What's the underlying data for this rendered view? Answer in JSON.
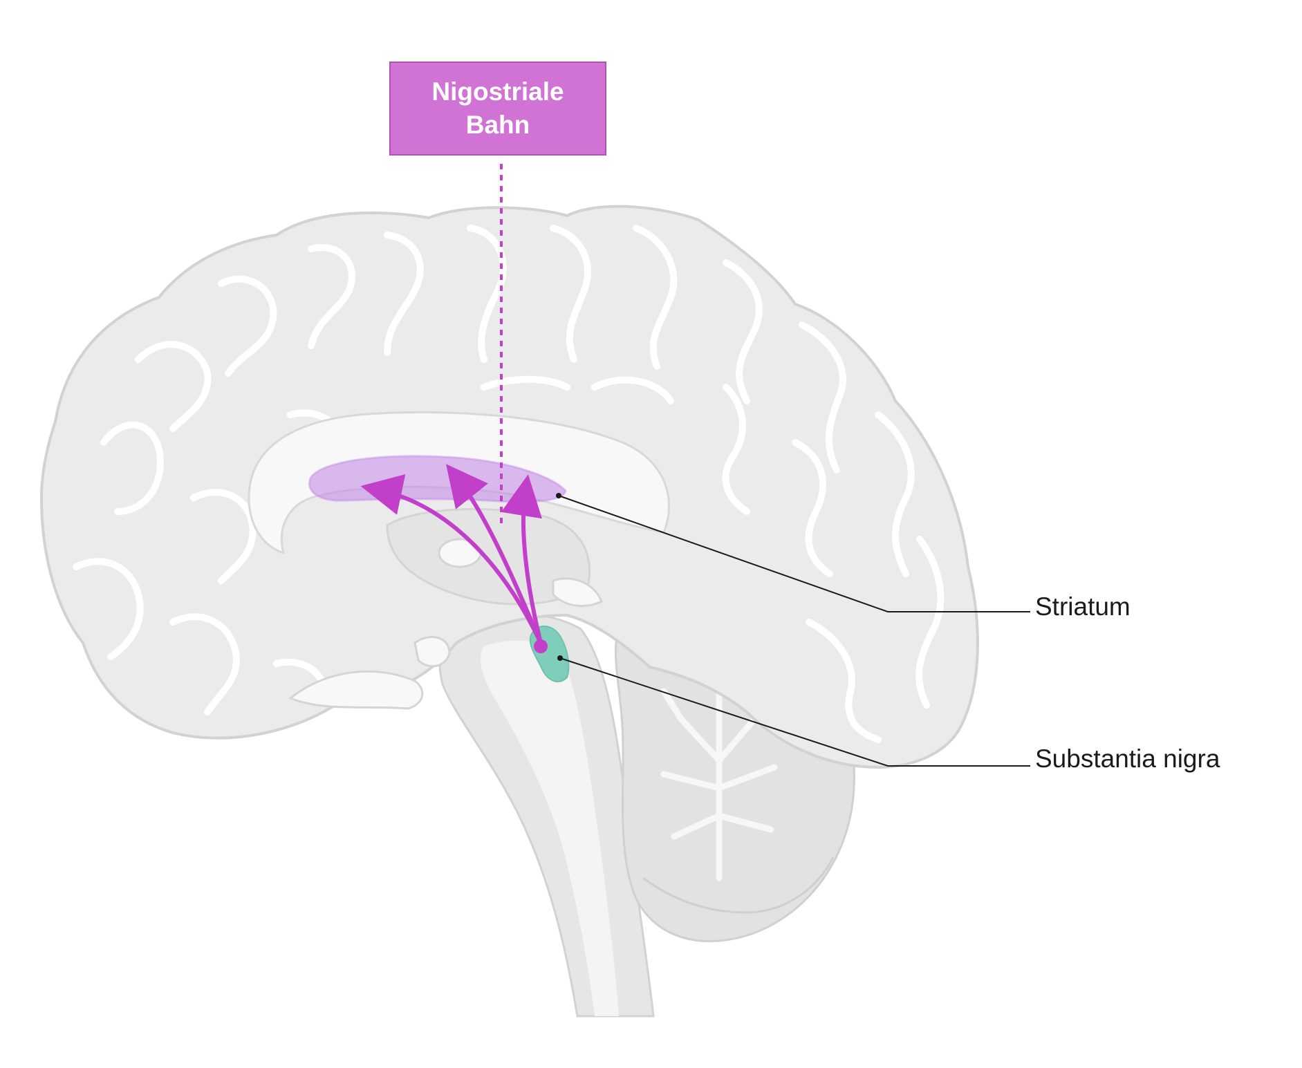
{
  "title": {
    "line1": "Nigostriale",
    "line2": "Bahn"
  },
  "labels": {
    "striatum": "Striatum",
    "substantia_nigra": "Substantia nigra"
  },
  "colors": {
    "pathway": "#c23fc9",
    "title_box": "#d073d5",
    "striatum_region": "#c48ee6",
    "substantia_nigra_region": "#7fcdbb",
    "brain_fill": "#ebebeb",
    "brain_outline": "#d2d2d2"
  }
}
